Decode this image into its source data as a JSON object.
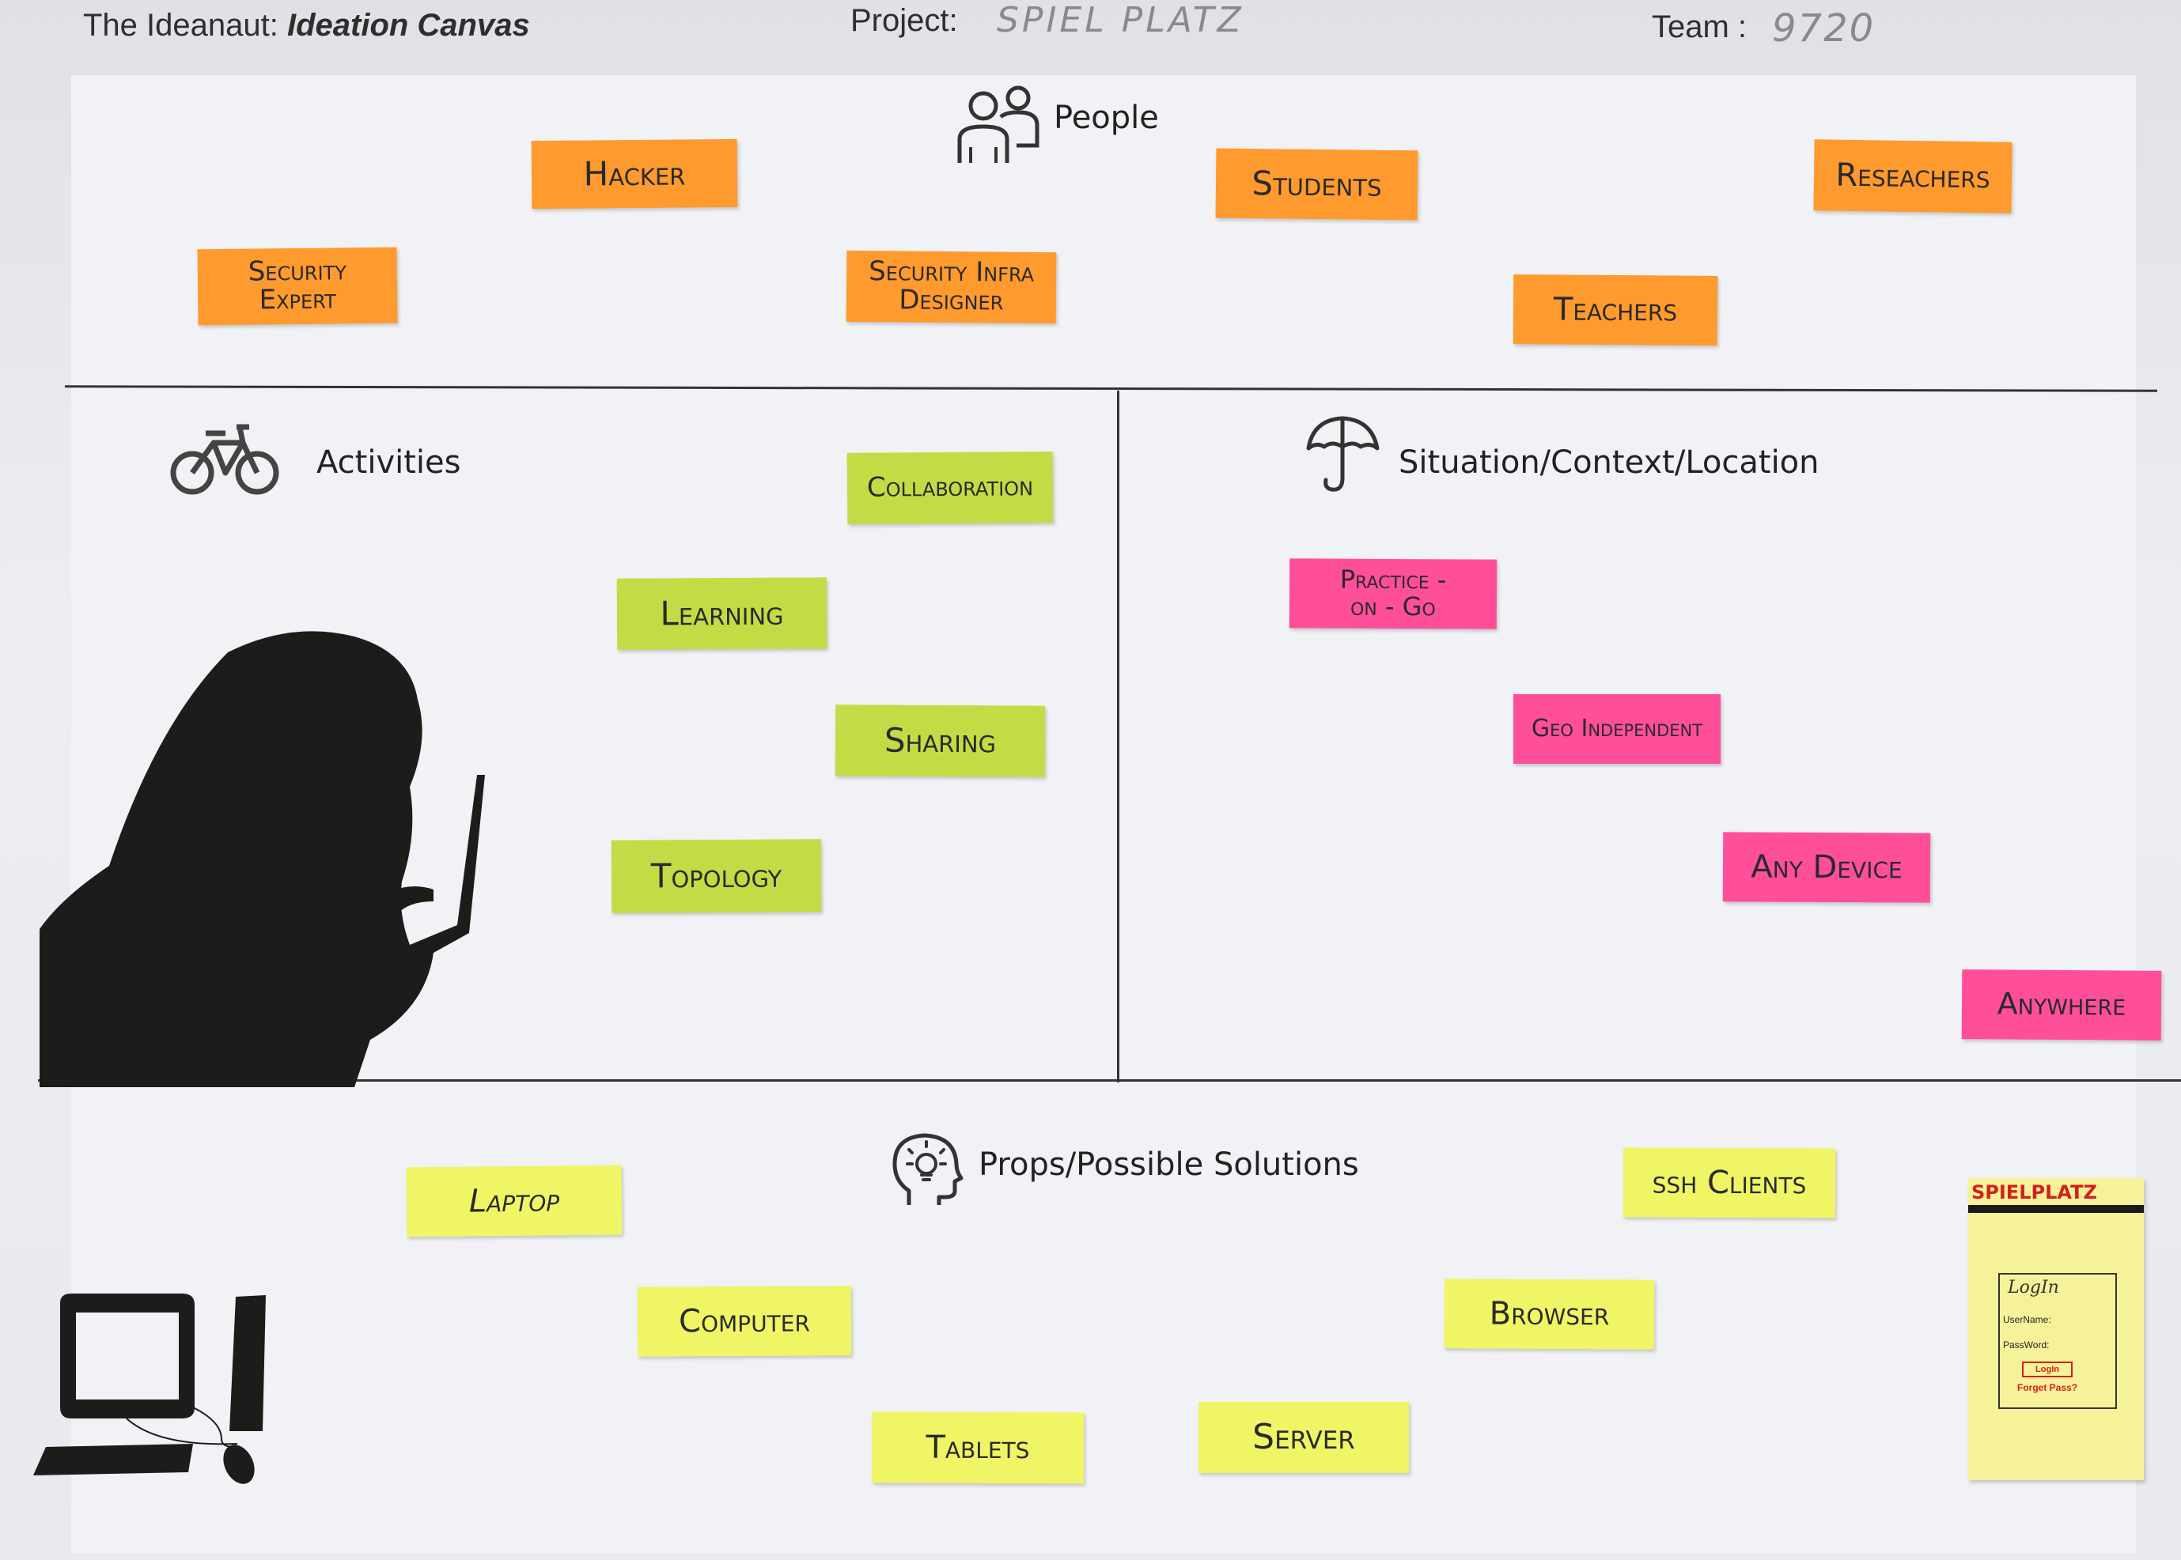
{
  "header": {
    "canvas_prefix": "The Ideanaut: ",
    "canvas_name": "Ideation Canvas",
    "project_label": "Project:",
    "project_value": "SPIEL PLATZ",
    "team_label": "Team :",
    "team_value": "9720"
  },
  "sections": {
    "people": {
      "title": "People",
      "icon": "people-icon"
    },
    "activities": {
      "title": "Activities",
      "icon": "bicycle-icon"
    },
    "situation": {
      "title": "Situation/Context/Location",
      "icon": "umbrella-icon"
    },
    "props": {
      "title": "Props/Possible Solutions",
      "icon": "head-lightbulb-icon"
    }
  },
  "notes": {
    "people": [
      "Hacker",
      "Security\nExpert",
      "Security Infra\nDesigner",
      "Students",
      "Teachers",
      "Reseachers"
    ],
    "activities": [
      "Collaboration",
      "Learning",
      "Sharing",
      "Topology"
    ],
    "situation": [
      "Practice -\non - Go",
      "Geo Independent",
      "Any Device",
      "Anywhere"
    ],
    "props": [
      "Laptop",
      "Computer",
      "Tablets",
      "Server",
      "Browser",
      "ssh Clients"
    ]
  },
  "mockup": {
    "title": "SPIELPLATZ",
    "login": "LogIn",
    "username": "UserName:",
    "password": "PassWord:",
    "button": "LogIn",
    "forgot": "Forget Pass?"
  },
  "colors": {
    "people_note": "#ff9a2e",
    "activity_note": "#c3dc45",
    "situation_note": "#ff4f9b",
    "props_note": "#eff565",
    "silhouette": "#1e1c1a"
  }
}
